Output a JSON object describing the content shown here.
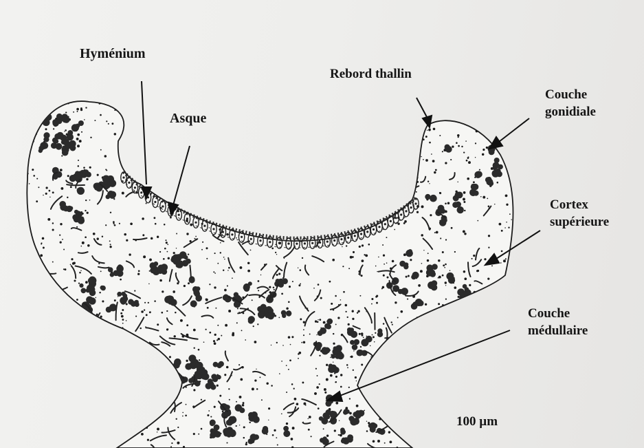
{
  "labels": {
    "hymenium": "Hyménium",
    "asque": "Asque",
    "rebord_thallin": "Rebord thallin",
    "couche_gonidiale": "Couche\ngonidiale",
    "cortex_superieure": "Cortex\nsupérieure",
    "couche_medullaire": "Couche\nmédullaire",
    "scale": "100 µm"
  },
  "colors": {
    "ink": "#1c1c1c",
    "paper": "#efefed"
  }
}
